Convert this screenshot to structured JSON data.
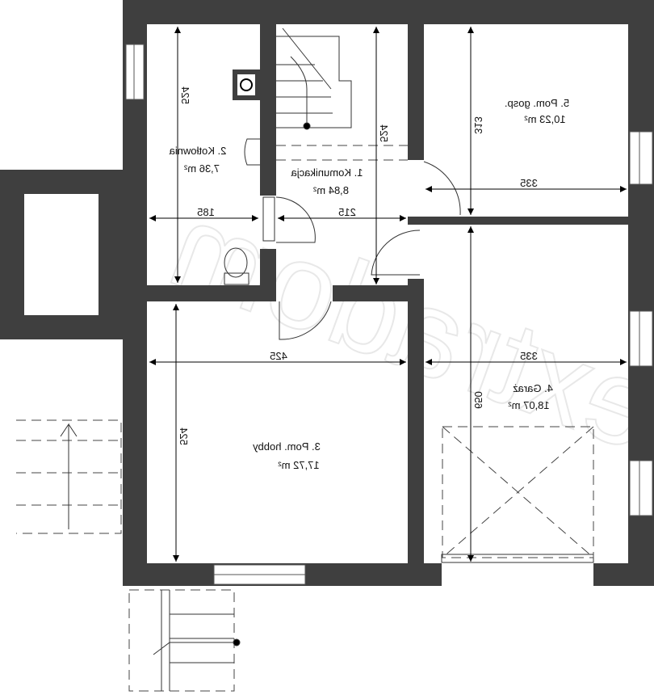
{
  "watermark": "extradom",
  "rooms": [
    {
      "name": "1. Komunikacja",
      "area": "8,84 m²"
    },
    {
      "name": "2. Kotłownia",
      "area": "7,36 m²"
    },
    {
      "name": "3. Pom. hobby",
      "area": "17,72 m²"
    },
    {
      "name": "4. Garaż",
      "area": "18,07 m²"
    },
    {
      "name": "5. Pom. gosp.",
      "area": "10,23 m²"
    }
  ],
  "dimensions": {
    "kotlownia_height": "524",
    "kotlownia_width": "185",
    "komunikacja_width": "215",
    "komunikacja_height": "524",
    "gosp_height": "313",
    "gosp_width": "335",
    "hobby_width": "425",
    "hobby_height": "524",
    "garage_width": "335",
    "garage_height": "650"
  },
  "colors": {
    "wall": "#3f3f3f"
  }
}
